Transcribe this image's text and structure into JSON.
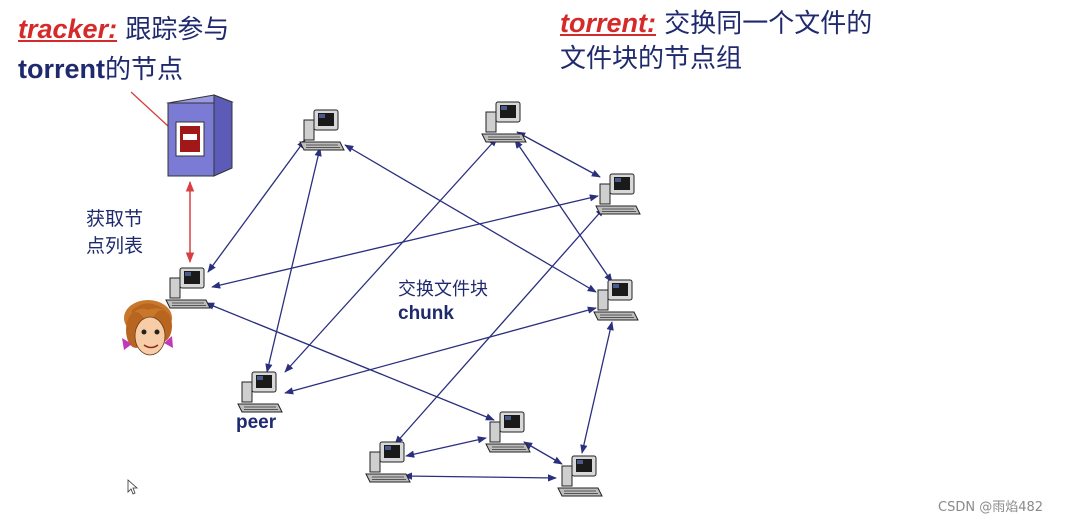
{
  "tracker": {
    "keyword": "tracker:",
    "desc_line1": " 跟踪参与",
    "desc_line2_bold": "torrent",
    "desc_line2_rest": "的节点"
  },
  "torrent": {
    "keyword": "torrent:",
    "desc_line1": " 交换同一个文件的",
    "desc_line2": "文件块的节点组"
  },
  "labels": {
    "get_peer_list": [
      "获取节",
      "点列表"
    ],
    "exchange_chunk": "交换文件块",
    "chunk": "chunk",
    "peer": "peer"
  },
  "watermark": "CSDN @雨焰482",
  "colors": {
    "keyword_red": "#d42a2a",
    "text_blue": "#1f2a6e",
    "arrow_blue": "#2a2f7e",
    "tracker_arrow_red": "#d84040",
    "server_purple": "#7b7bd6"
  }
}
